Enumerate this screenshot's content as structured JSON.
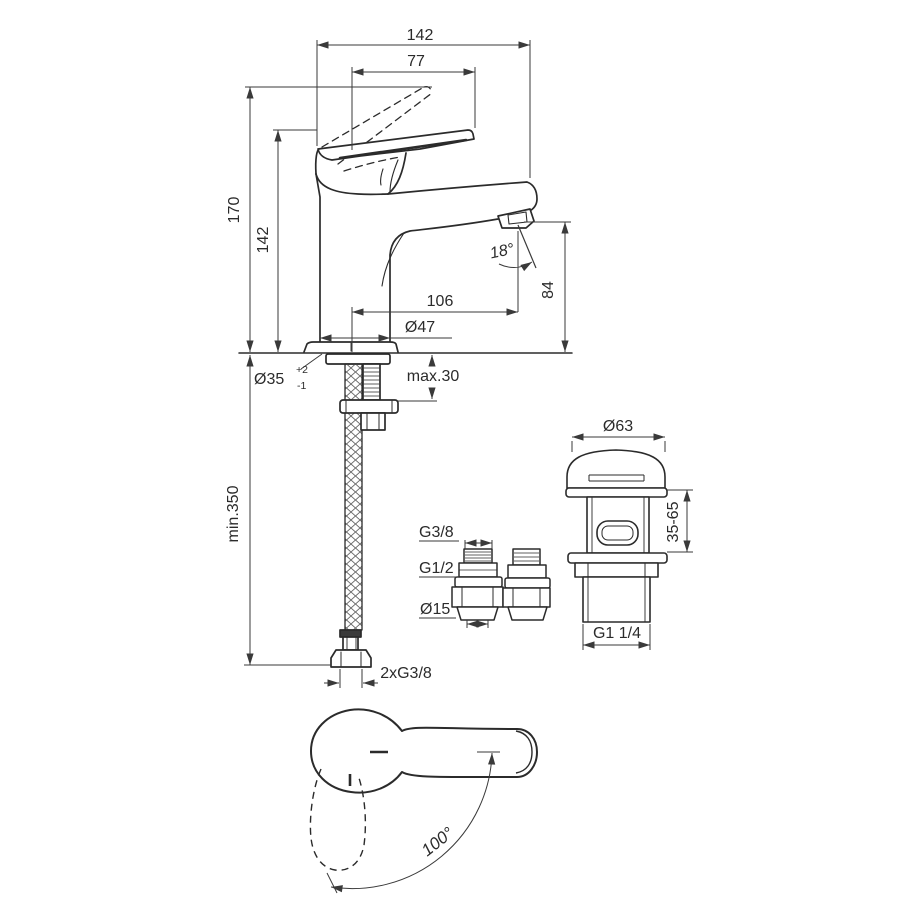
{
  "colors": {
    "line": "#2b2b2b",
    "dim": "#3a3a3a",
    "background": "#ffffff"
  },
  "labels": {
    "width_top": "142",
    "lever_len": "77",
    "height_total": "170",
    "height_body": "142",
    "spout_angle": "18°",
    "outlet_height": "84",
    "spout_reach": "106",
    "body_dia": "Ø47",
    "hole_dia": "Ø35",
    "hole_tol_plus": "+2",
    "hole_tol_minus": "-1",
    "deck_thickness": "max.30",
    "hose_length": "min.350",
    "hose_thread": "2xG3/8",
    "adapter_thread_top": "G3/8",
    "adapter_thread_mid": "G1/2",
    "adapter_dia": "Ø15",
    "waste_cap_dia": "Ø63",
    "waste_depth_range": "35-65",
    "waste_thread": "G1 1/4",
    "swivel_angle": "100°"
  }
}
